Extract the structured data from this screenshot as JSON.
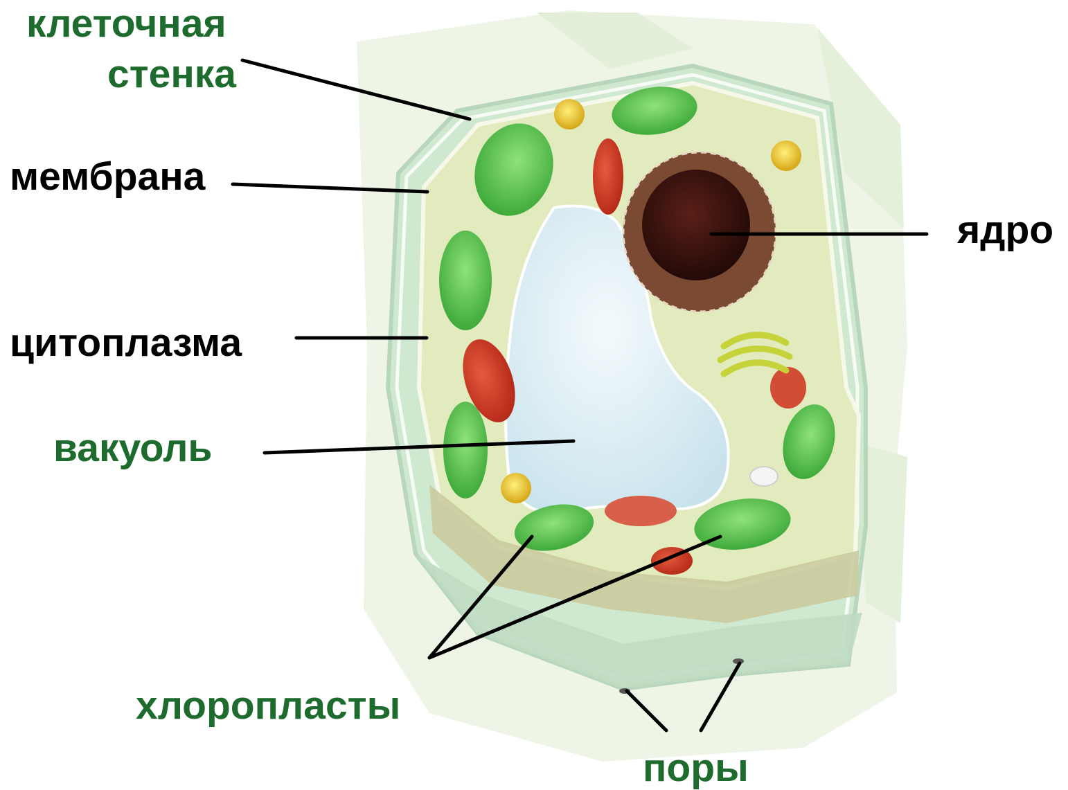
{
  "labels": {
    "cell_wall_line1": "клеточная",
    "cell_wall_line2": "стенка",
    "membrane": "мембрана",
    "cytoplasm": "цитоплазма",
    "vacuole": "вакуоль",
    "nucleus": "ядро",
    "chloroplasts": "хлоропласты",
    "pores": "поры"
  },
  "colors": {
    "green_label": "#1e6b2e",
    "black_label": "#000000",
    "cytoplasm": "#dfe9b6",
    "vacuole": "#e3f1f6",
    "chloroplast": "#5cc94e",
    "mitochondrion": "#c8341f",
    "nucleus": "#3a1310",
    "cell_wall": "#c9e4cc"
  }
}
